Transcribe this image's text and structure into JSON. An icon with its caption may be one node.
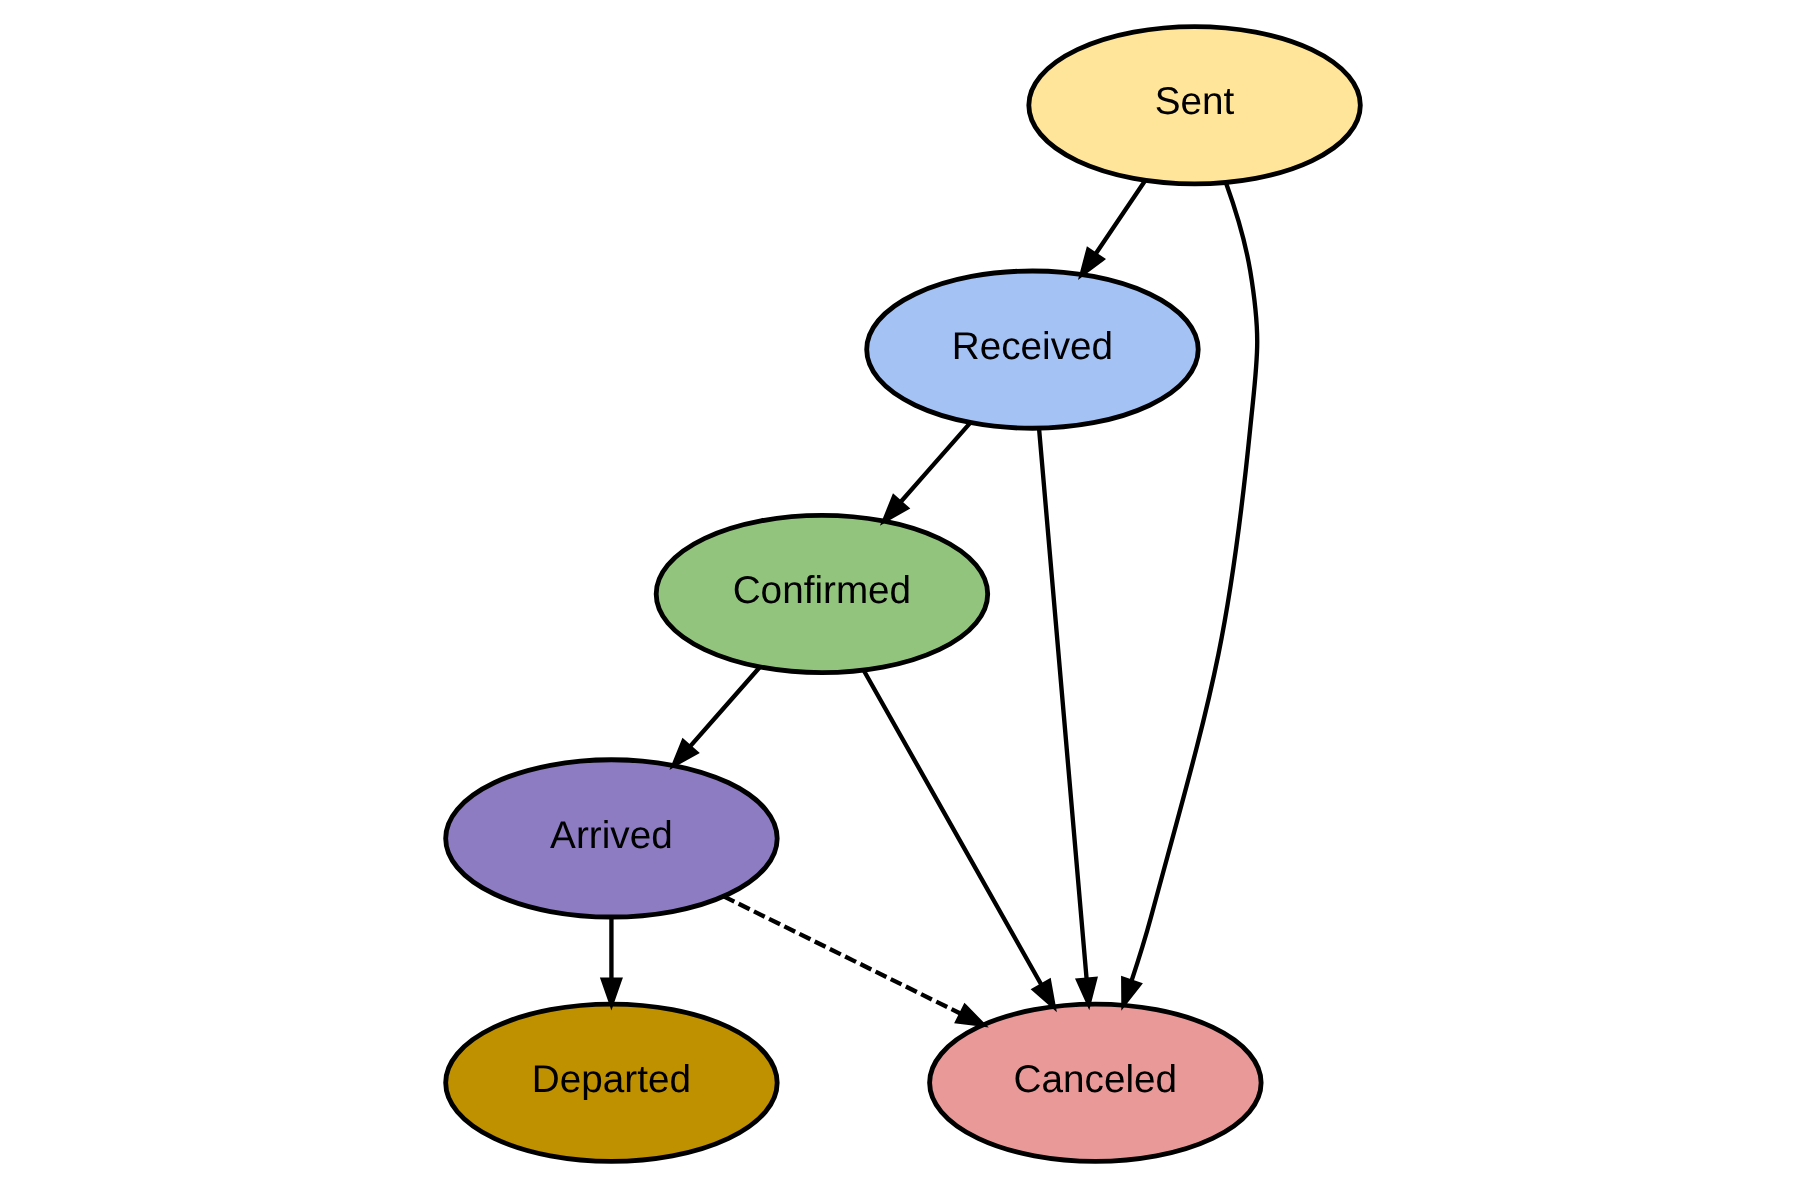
{
  "diagram": {
    "nodes": [
      {
        "text": [
          "Sent"
        ]
      },
      {
        "text": [
          "Received"
        ]
      },
      {
        "text": [
          "Canceled"
        ]
      },
      {
        "text": [
          "Departed"
        ]
      },
      {
        "text": [
          "Confirmed"
        ]
      },
      {
        "text": [
          "Arrived"
        ]
      }
    ],
    "edges": [
      {
        "from": 0,
        "to": 1,
        "arrow": "to"
      },
      {
        "from": 0,
        "to": 2,
        "arrow": "to"
      },
      {
        "from": 1,
        "to": 2,
        "arrow": "to"
      },
      {
        "from": 1,
        "to": 4,
        "arrow": "to"
      },
      {
        "from": 4,
        "to": 2,
        "arrow": "to"
      },
      {
        "from": 4,
        "to": 5,
        "arrow": "to"
      },
      {
        "from": 5,
        "to": 3,
        "arrow": "to"
      },
      {
        "from": 5,
        "to": 2,
        "arrow": "to",
        "style": "dashed"
      }
    ]
  }
}
